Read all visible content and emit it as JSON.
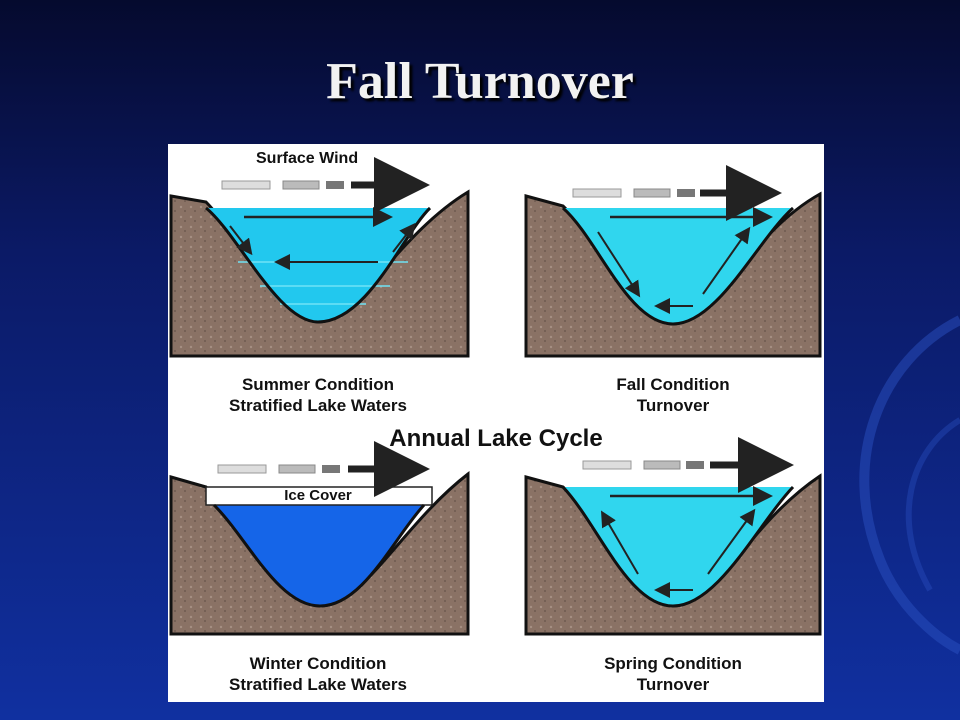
{
  "title": "Fall Turnover",
  "diagram": {
    "main_label": "Annual Lake Cycle",
    "wind_label": "Surface Wind",
    "ice_label": "Ice Cover",
    "panels": {
      "summer": {
        "line1": "Summer Condition",
        "line2": "Stratified Lake Waters"
      },
      "fall": {
        "line1": "Fall Condition",
        "line2": "Turnover"
      },
      "winter": {
        "line1": "Winter Condition",
        "line2": "Stratified Lake Waters"
      },
      "spring": {
        "line1": "Spring Condition",
        "line2": "Turnover"
      }
    }
  },
  "colors": {
    "background": "#0b1a66",
    "water_light": "#33d6ee",
    "water_dark": "#1060e8",
    "rock": "#8a7265"
  }
}
